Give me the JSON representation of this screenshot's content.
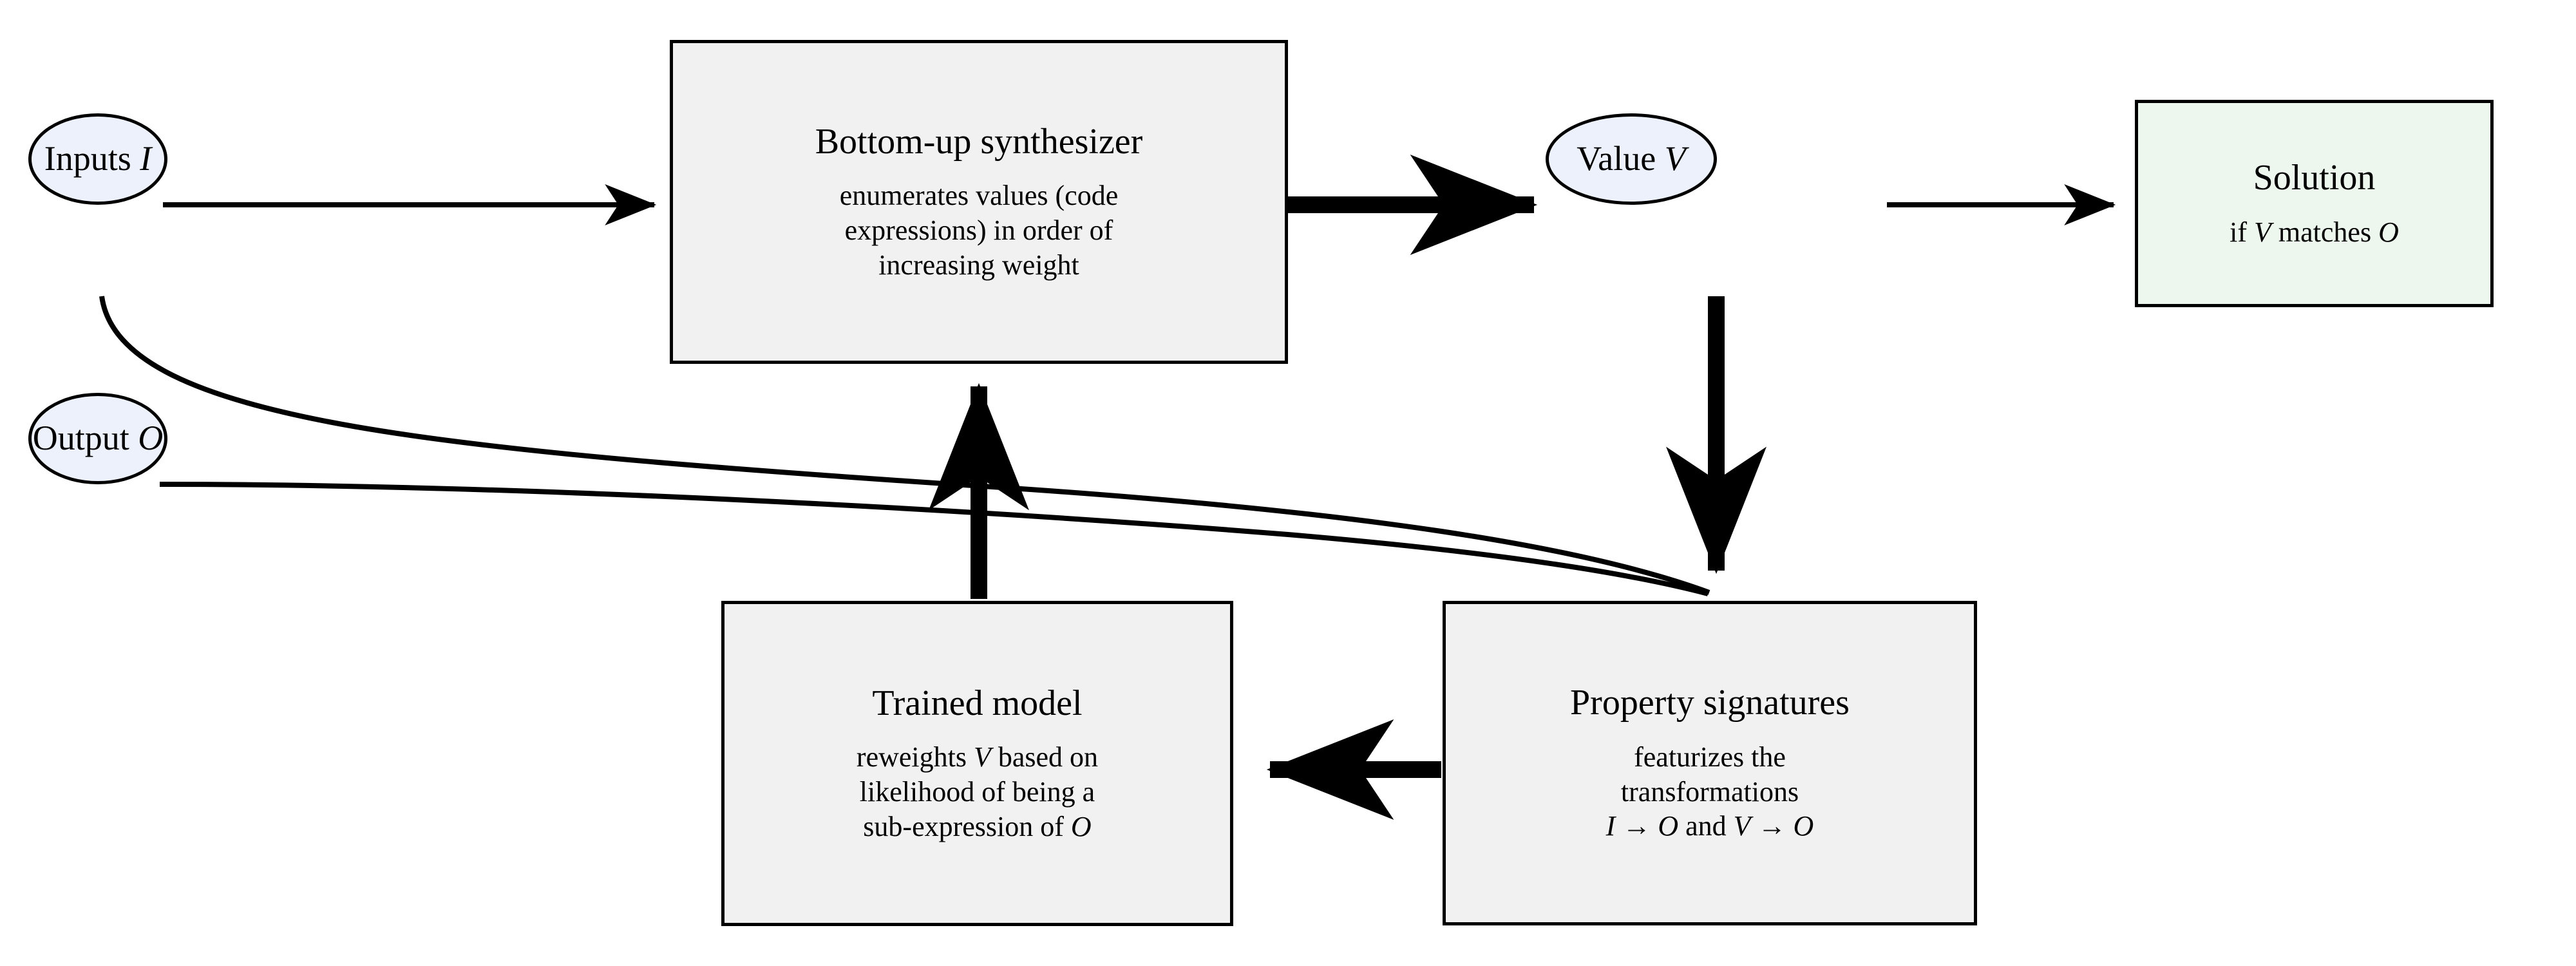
{
  "diagram": {
    "title": "Bottom-up program synthesis with property signatures pipeline",
    "colors": {
      "ellipse_fill": "#ecf1fc",
      "process_fill": "#f1f1f1",
      "solution_fill": "#edf7ed",
      "stroke": "#000000",
      "background": "#ffffff"
    },
    "nodes": {
      "inputs": {
        "label": "Inputs I",
        "label_text": "Inputs",
        "label_symbol": "I",
        "shape": "ellipse"
      },
      "output": {
        "label": "Output O",
        "label_text": "Output",
        "label_symbol": "O",
        "shape": "ellipse"
      },
      "synthesizer": {
        "title": "Bottom-up synthesizer",
        "description_line1": "enumerates values (code",
        "description_line2": "expressions) in order of",
        "description_line3": "increasing weight",
        "shape": "rect"
      },
      "value": {
        "label": "Value V",
        "label_text": "Value",
        "label_symbol": "V",
        "shape": "ellipse"
      },
      "solution": {
        "title": "Solution",
        "description_prefix": "if ",
        "description_symbol1": "V",
        "description_middle": " matches ",
        "description_symbol2": "O",
        "shape": "rect"
      },
      "trained_model": {
        "title": "Trained model",
        "description_line1_prefix": "reweights ",
        "description_line1_symbol": "V",
        "description_line1_suffix": " based on",
        "description_line2": "likelihood of being a",
        "description_line3_prefix": "sub-expression of ",
        "description_line3_symbol": "O",
        "shape": "rect"
      },
      "property_signatures": {
        "title": "Property signatures",
        "description_line1": "featurizes the",
        "description_line2": "transformations",
        "description_line3_sym1": "I",
        "description_line3_arrow1": "→",
        "description_line3_sym2": "O",
        "description_line3_and": " and ",
        "description_line3_sym3": "V",
        "description_line3_arrow2": "→",
        "description_line3_sym4": "O",
        "shape": "rect"
      }
    },
    "edges": [
      {
        "id": "inputs-to-synthesizer",
        "from": "inputs",
        "to": "synthesizer",
        "style": "thin",
        "arrow": true
      },
      {
        "id": "synthesizer-to-value",
        "from": "synthesizer",
        "to": "value",
        "style": "thick",
        "arrow": true
      },
      {
        "id": "value-to-solution",
        "from": "value",
        "to": "solution",
        "style": "thin",
        "arrow": true
      },
      {
        "id": "value-to-property-signatures",
        "from": "value",
        "to": "property_signatures",
        "style": "thick",
        "arrow": true
      },
      {
        "id": "inputs-to-property-signatures",
        "from": "inputs",
        "to": "property_signatures",
        "style": "thin",
        "arrow": false
      },
      {
        "id": "output-to-property-signatures",
        "from": "output",
        "to": "property_signatures",
        "style": "thin",
        "arrow": false
      },
      {
        "id": "property-signatures-to-model",
        "from": "property_signatures",
        "to": "trained_model",
        "style": "thick",
        "arrow": true
      },
      {
        "id": "model-to-synthesizer",
        "from": "trained_model",
        "to": "synthesizer",
        "style": "thick",
        "arrow": true
      }
    ]
  }
}
